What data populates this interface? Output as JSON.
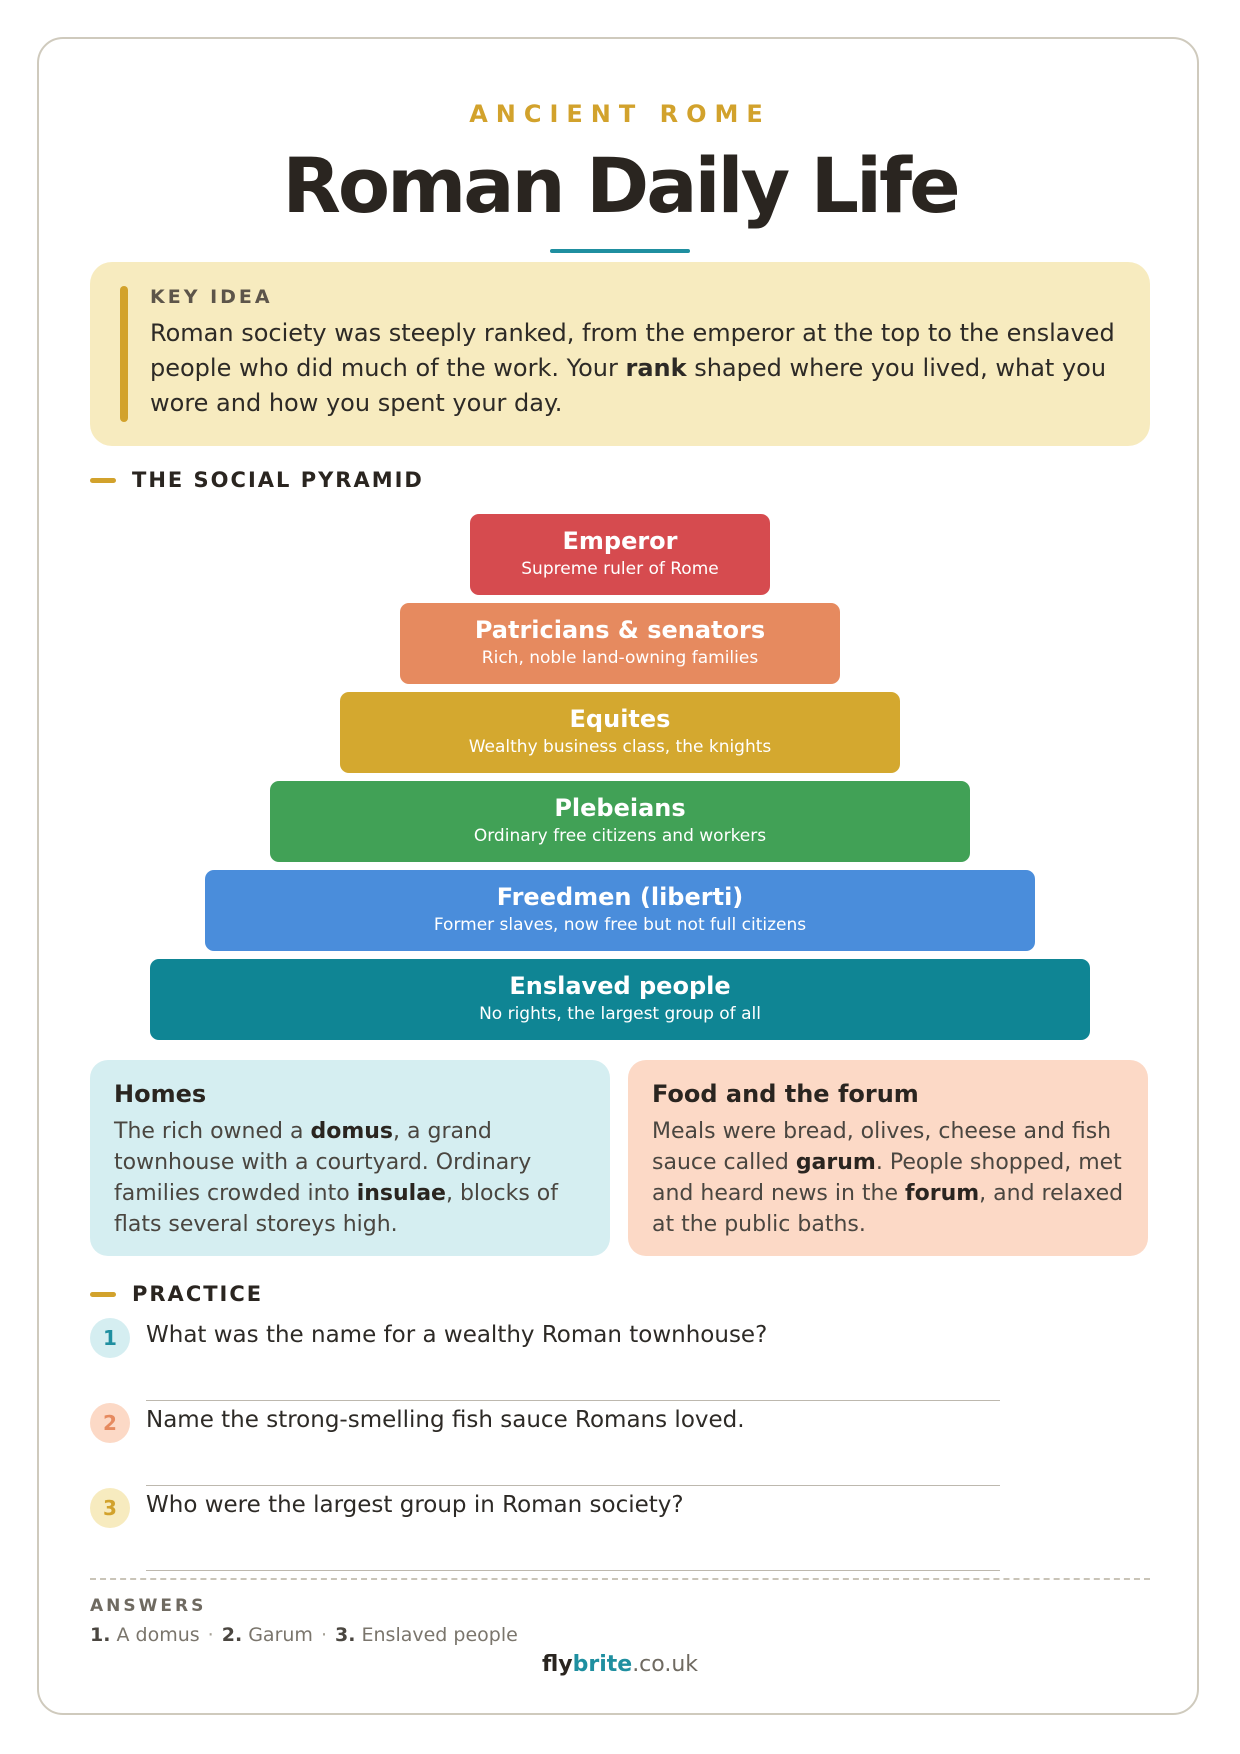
{
  "header": {
    "eyebrow": "ANCIENT ROME",
    "title": "Roman Daily Life"
  },
  "key_idea": {
    "label": "KEY IDEA",
    "text_before": "Roman society was steeply ranked, from the emperor at the top to the enslaved people who did much of the work. Your ",
    "text_bold": "rank",
    "text_after": " shaped where you lived, what you wore and how you spent your day."
  },
  "pyramid": {
    "heading": "THE SOCIAL PYRAMID",
    "tiers": [
      {
        "name": "Emperor",
        "desc": "Supreme ruler of Rome",
        "color": "#d64b4f"
      },
      {
        "name": "Patricians & senators",
        "desc": "Rich, noble land-owning families",
        "color": "#e68a5f"
      },
      {
        "name": "Equites",
        "desc": "Wealthy business class, the knights",
        "color": "#d4a82f"
      },
      {
        "name": "Plebeians",
        "desc": "Ordinary free citizens and workers",
        "color": "#41a156"
      },
      {
        "name": "Freedmen (liberti)",
        "desc": "Former slaves, now free but not full citizens",
        "color": "#4a8ddb"
      },
      {
        "name": "Enslaved people",
        "desc": "No rights, the largest group of all",
        "color": "#0f8594"
      }
    ]
  },
  "cards": {
    "homes": {
      "title": "Homes",
      "t1": "The rich owned a ",
      "b1": "domus",
      "t2": ", a grand townhouse with a courtyard. Ordinary families crowded into ",
      "b2": "insulae",
      "t3": ", blocks of flats several storeys high.",
      "bg": "#d5eef1"
    },
    "food": {
      "title": "Food and the forum",
      "t1": "Meals were bread, olives, cheese and fish sauce called ",
      "b1": "garum",
      "t2": ". People shopped, met and heard news in the ",
      "b2": "forum",
      "t3": ", and relaxed at the public baths.",
      "bg": "#fcd9c6"
    }
  },
  "practice": {
    "heading": "PRACTICE",
    "questions": [
      {
        "num": "1",
        "text": "What was the name for a wealthy Roman townhouse?",
        "bg": "#d5eef1",
        "fg": "#1f8fa0"
      },
      {
        "num": "2",
        "text": "Name the strong-smelling fish sauce Romans loved.",
        "bg": "#fcd9c6",
        "fg": "#e68a5f"
      },
      {
        "num": "3",
        "text": "Who were the largest group in Roman society?",
        "bg": "#f7ebbf",
        "fg": "#d2a22c"
      }
    ]
  },
  "answers": {
    "label": "ANSWERS",
    "items": [
      {
        "num": "1.",
        "text": " A domus"
      },
      {
        "num": "2.",
        "text": " Garum"
      },
      {
        "num": "3.",
        "text": " Enslaved people"
      }
    ],
    "separator": "·"
  },
  "brand": {
    "part1": "fly",
    "part2": "brite",
    "part3": ".co.uk"
  }
}
